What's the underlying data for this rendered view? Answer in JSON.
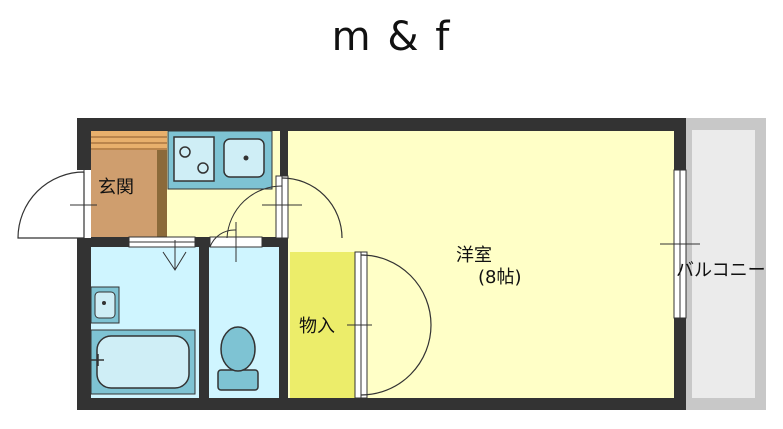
{
  "title": "m & f",
  "rooms": {
    "entrance": "玄関",
    "western_room": "洋室",
    "western_room_size": "(8帖)",
    "storage": "物入",
    "balcony": "バルコニー"
  }
}
